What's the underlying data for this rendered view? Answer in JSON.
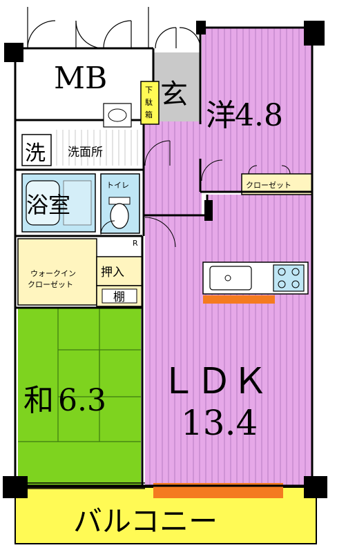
{
  "rooms": {
    "mb": "MB",
    "genkan": "玄",
    "getabako": "下駄箱",
    "western_name": "洋",
    "western_size": "4.8",
    "closet": "クローゼット",
    "sentaku": "洗",
    "senmen": "洗面所",
    "yokushitsu": "浴室",
    "toilet": "トイレ",
    "wic_line1": "ウォークイン",
    "wic_line2": "クローゼット",
    "oshiire": "押入",
    "tana": "棚",
    "washitsu_name": "和",
    "washitsu_size": "6.3",
    "ldk_name": "ＬＤＫ",
    "ldk_size": "13.4",
    "balcony": "バルコニー",
    "small_mark": "R"
  },
  "colors": {
    "pink": "#e6a8e8",
    "green": "#7ed31f",
    "yellow": "#fffa55",
    "cream": "#fff5bf",
    "grey": "#c9c9c9",
    "light_blue": "#bfe6f5",
    "orange": "#f47b20",
    "wall": "#000000",
    "stripe": "#c78ad0"
  }
}
